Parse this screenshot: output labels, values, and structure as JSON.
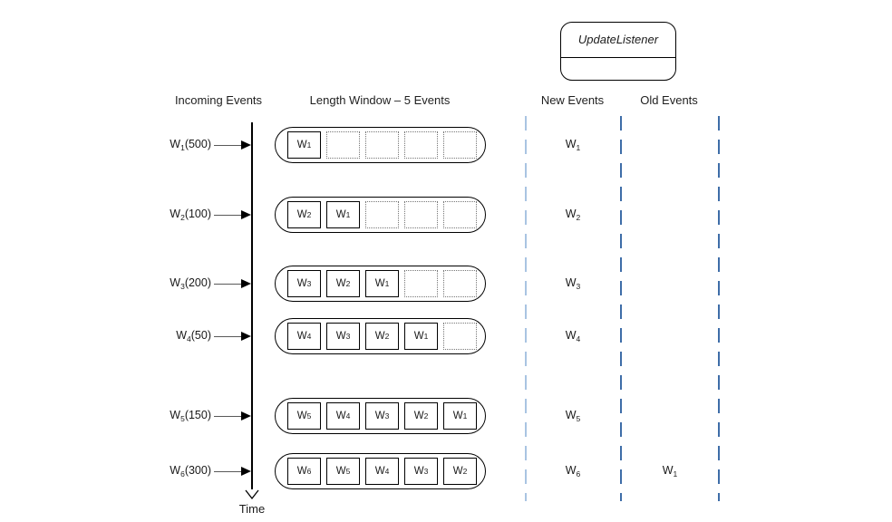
{
  "listener": {
    "title": "UpdateListener"
  },
  "headers": {
    "incoming": "Incoming Events",
    "window": "Length Window – 5 Events",
    "new_events": "New Events",
    "old_events": "Old Events"
  },
  "time_axis": {
    "label": "Time"
  },
  "colors": {
    "line_dark_blue": "#3e6da8",
    "line_light_blue": "#a9c4e2",
    "box_border": "#000000",
    "dotted_border": "#777777"
  },
  "rows": [
    {
      "incoming": {
        "name": "W",
        "sub": "1",
        "value": "(500)"
      },
      "window_events": [
        {
          "name": "W",
          "sub": "1"
        }
      ],
      "empty_slots": 4,
      "new_event": {
        "name": "W",
        "sub": "1"
      },
      "old_event": null
    },
    {
      "incoming": {
        "name": "W",
        "sub": "2",
        "value": "(100)"
      },
      "window_events": [
        {
          "name": "W",
          "sub": "2"
        },
        {
          "name": "W",
          "sub": "1"
        }
      ],
      "empty_slots": 3,
      "new_event": {
        "name": "W",
        "sub": "2"
      },
      "old_event": null
    },
    {
      "incoming": {
        "name": "W",
        "sub": "3",
        "value": "(200)"
      },
      "window_events": [
        {
          "name": "W",
          "sub": "3"
        },
        {
          "name": "W",
          "sub": "2"
        },
        {
          "name": "W",
          "sub": "1"
        }
      ],
      "empty_slots": 2,
      "new_event": {
        "name": "W",
        "sub": "3"
      },
      "old_event": null
    },
    {
      "incoming": {
        "name": "W",
        "sub": "4",
        "value": "(50)"
      },
      "window_events": [
        {
          "name": "W",
          "sub": "4"
        },
        {
          "name": "W",
          "sub": "3"
        },
        {
          "name": "W",
          "sub": "2"
        },
        {
          "name": "W",
          "sub": "1"
        }
      ],
      "empty_slots": 1,
      "new_event": {
        "name": "W",
        "sub": "4"
      },
      "old_event": null
    },
    {
      "incoming": {
        "name": "W",
        "sub": "5",
        "value": "(150)"
      },
      "window_events": [
        {
          "name": "W",
          "sub": "5"
        },
        {
          "name": "W",
          "sub": "4"
        },
        {
          "name": "W",
          "sub": "3"
        },
        {
          "name": "W",
          "sub": "2"
        },
        {
          "name": "W",
          "sub": "1"
        }
      ],
      "empty_slots": 0,
      "new_event": {
        "name": "W",
        "sub": "5"
      },
      "old_event": null
    },
    {
      "incoming": {
        "name": "W",
        "sub": "6",
        "value": "(300)"
      },
      "window_events": [
        {
          "name": "W",
          "sub": "6"
        },
        {
          "name": "W",
          "sub": "5"
        },
        {
          "name": "W",
          "sub": "4"
        },
        {
          "name": "W",
          "sub": "3"
        },
        {
          "name": "W",
          "sub": "2"
        }
      ],
      "empty_slots": 0,
      "new_event": {
        "name": "W",
        "sub": "6"
      },
      "old_event": {
        "name": "W",
        "sub": "1"
      }
    }
  ]
}
